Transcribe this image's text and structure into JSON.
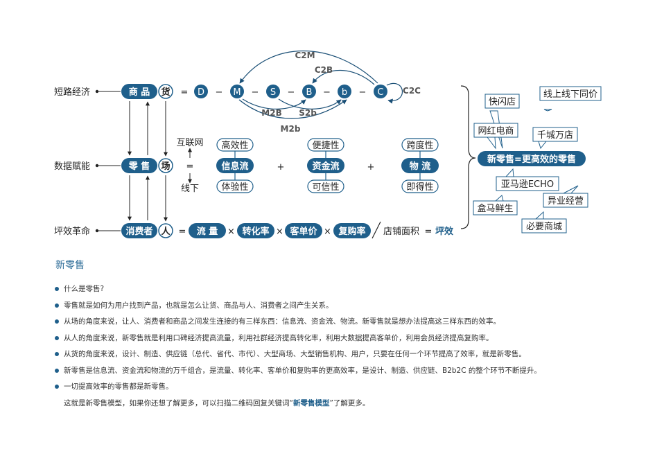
{
  "rows": {
    "short_chain": "短路经济",
    "data_empower": "数据赋能",
    "pingxiao": "坪效革命"
  },
  "left_col": {
    "goods": "商 品",
    "retail": "零 售",
    "consumer": "消费者"
  },
  "circles": {
    "huo": "货",
    "chang": "场",
    "ren": "人"
  },
  "symbols": {
    "eq": "=",
    "minus": "−",
    "plus": "+",
    "times": "×",
    "slash": "/"
  },
  "chain": {
    "nodes": [
      "D",
      "M",
      "S",
      "B",
      "b",
      "C"
    ],
    "arcs": [
      "C2M",
      "C2B",
      "C2C",
      "M2B",
      "S2b",
      "M2b"
    ]
  },
  "online_offline": {
    "online": "互联网",
    "offline": "线下"
  },
  "flows": [
    {
      "top": "高效性",
      "main": "信息流",
      "bottom": "体验性"
    },
    {
      "top": "便捷性",
      "main": "资金流",
      "bottom": "可信性"
    },
    {
      "top": "跨度性",
      "main": "物 流",
      "bottom": "即得性"
    }
  ],
  "formula": {
    "items": [
      "流 量",
      "转化率",
      "客单价",
      "复购率"
    ],
    "divisor": "店铺面积",
    "result": "坪效"
  },
  "new_retail": {
    "center": "新零售=更高效的零售",
    "callouts": [
      "快闪店",
      "线上线下同价",
      "网红电商",
      "千城万店",
      "亚马逊ECHO",
      "异业经营",
      "盒马鲜生",
      "必要商城"
    ]
  },
  "notes": {
    "title": "新零售",
    "bullets": [
      "什么是零售?",
      "零售就是如何为用户找到产品，也就是怎么让货、商品与人、消费者之间产生关系。",
      "从场的角度来说，让人、消费者和商品之间发生连接的有三样东西：信息流、资金流、物流。新零售就是想办法提高这三样东西的效率。",
      "从人的角度来说，新零售就是利用口碑经济提高流量，利用社群经济提高转化率，利用大数据提高客单价，利用会员经济提高复购率。",
      "从货的角度来说，设计、制造、供应链（总代、省代、市代）、大型商场、大型销售机构、用户，只要在任何一个环节提高了效率，就是新零售。",
      "新零售是信息流、资金流和物流的万千组合，是流量、转化率、客单价和复购率的更高效率，是设计、制造、供应链、B2b2C 的整个环节不断提升。",
      "一切提高效率的零售都是新零售。"
    ],
    "footer_pre": "这就是新零售模型，如果你还想了解更多，可以扫描二维码回复关键词“",
    "footer_kw": "新零售模型",
    "footer_post": "”了解更多。"
  },
  "colors": {
    "accent": "#1f5f8b",
    "dark": "#1a4f76"
  }
}
